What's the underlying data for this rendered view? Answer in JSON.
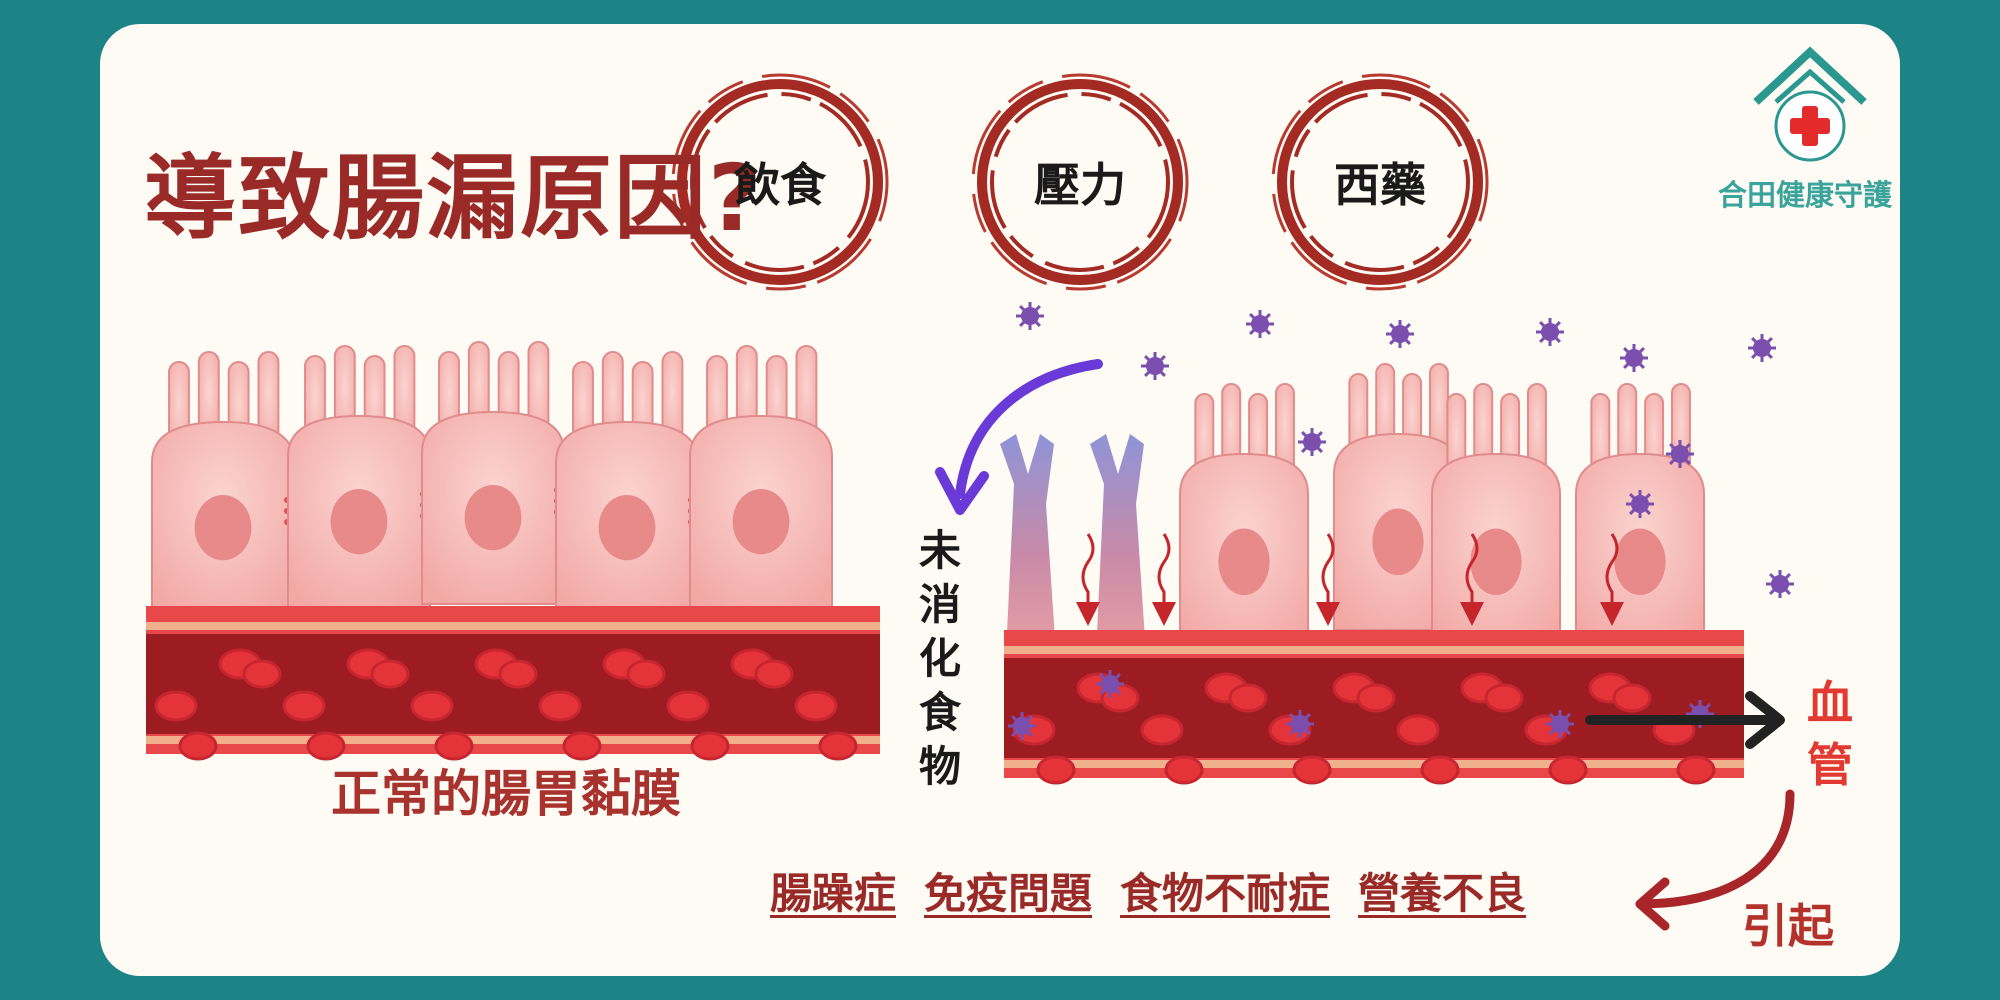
{
  "title": "導致腸漏原因?",
  "causes": [
    "飲食",
    "壓力",
    "西藥"
  ],
  "normal_caption": "正常的腸胃黏膜",
  "undigested_label": "未消化食物",
  "vessel_label": "血管",
  "cause_label": "引起",
  "conditions": [
    "腸躁症",
    "免疫問題",
    "食物不耐症",
    "營養不良"
  ],
  "logo": {
    "text": "合田健康守護",
    "icon": "house-cross-icon"
  },
  "colors": {
    "background": "#1c8486",
    "card": "#fdfbf3",
    "title": "#9a2a28",
    "cell": "#f4b4b0",
    "vessel": "#9c1c22",
    "blood_cell": "#e4343a",
    "pathogen": "#7a4fae",
    "arrow_purple": "#6a3ad8",
    "leak_arrow": "#c4262c",
    "vessel_label": "#e23a32"
  }
}
